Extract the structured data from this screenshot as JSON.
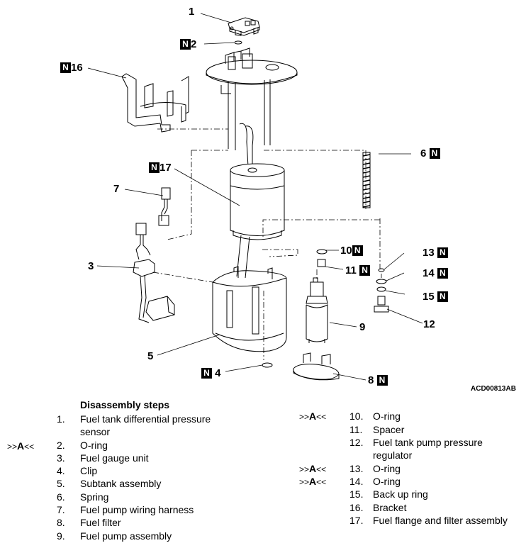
{
  "diagram_code": "ACD00813AB",
  "n_mark": "N",
  "callouts": [
    {
      "id": "c1",
      "number": "1",
      "new_part": false
    },
    {
      "id": "c2",
      "number": "2",
      "new_part": true
    },
    {
      "id": "c3",
      "number": "3",
      "new_part": false
    },
    {
      "id": "c4",
      "number": "4",
      "new_part": true
    },
    {
      "id": "c5",
      "number": "5",
      "new_part": false
    },
    {
      "id": "c6",
      "number": "6",
      "new_part": true
    },
    {
      "id": "c7",
      "number": "7",
      "new_part": false
    },
    {
      "id": "c8",
      "number": "8",
      "new_part": true
    },
    {
      "id": "c9",
      "number": "9",
      "new_part": false
    },
    {
      "id": "c10",
      "number": "10",
      "new_part": true
    },
    {
      "id": "c11",
      "number": "11",
      "new_part": true
    },
    {
      "id": "c12",
      "number": "12",
      "new_part": false
    },
    {
      "id": "c13",
      "number": "13",
      "new_part": true
    },
    {
      "id": "c14",
      "number": "14",
      "new_part": true
    },
    {
      "id": "c15",
      "number": "15",
      "new_part": true
    },
    {
      "id": "c16",
      "number": "16",
      "new_part": true
    },
    {
      "id": "c17",
      "number": "17",
      "new_part": true
    }
  ],
  "steps_heading": "Disassembly steps",
  "service_ref": {
    "prefix": ">>",
    "letter": "A",
    "suffix": "<<"
  },
  "steps": [
    {
      "number": "1.",
      "lines": [
        "Fuel tank differential pressure",
        "sensor"
      ],
      "ref": false
    },
    {
      "number": "2.",
      "lines": [
        "O-ring"
      ],
      "ref": true
    },
    {
      "number": "3.",
      "lines": [
        "Fuel gauge unit"
      ],
      "ref": false
    },
    {
      "number": "4.",
      "lines": [
        "Clip"
      ],
      "ref": false
    },
    {
      "number": "5.",
      "lines": [
        "Subtank assembly"
      ],
      "ref": false
    },
    {
      "number": "6.",
      "lines": [
        "Spring"
      ],
      "ref": false
    },
    {
      "number": "7.",
      "lines": [
        "Fuel pump wiring harness"
      ],
      "ref": false
    },
    {
      "number": "8.",
      "lines": [
        "Fuel filter"
      ],
      "ref": false
    },
    {
      "number": "9.",
      "lines": [
        "Fuel pump assembly"
      ],
      "ref": false
    },
    {
      "number": "10.",
      "lines": [
        "O-ring"
      ],
      "ref": true
    },
    {
      "number": "11.",
      "lines": [
        "Spacer"
      ],
      "ref": false
    },
    {
      "number": "12.",
      "lines": [
        "Fuel tank pump pressure",
        "regulator"
      ],
      "ref": false
    },
    {
      "number": "13.",
      "lines": [
        "O-ring"
      ],
      "ref": true
    },
    {
      "number": "14.",
      "lines": [
        "O-ring"
      ],
      "ref": true
    },
    {
      "number": "15.",
      "lines": [
        "Back up ring"
      ],
      "ref": false
    },
    {
      "number": "16.",
      "lines": [
        "Bracket"
      ],
      "ref": false
    },
    {
      "number": "17.",
      "lines": [
        "Fuel flange and filter assembly"
      ],
      "ref": false
    }
  ]
}
